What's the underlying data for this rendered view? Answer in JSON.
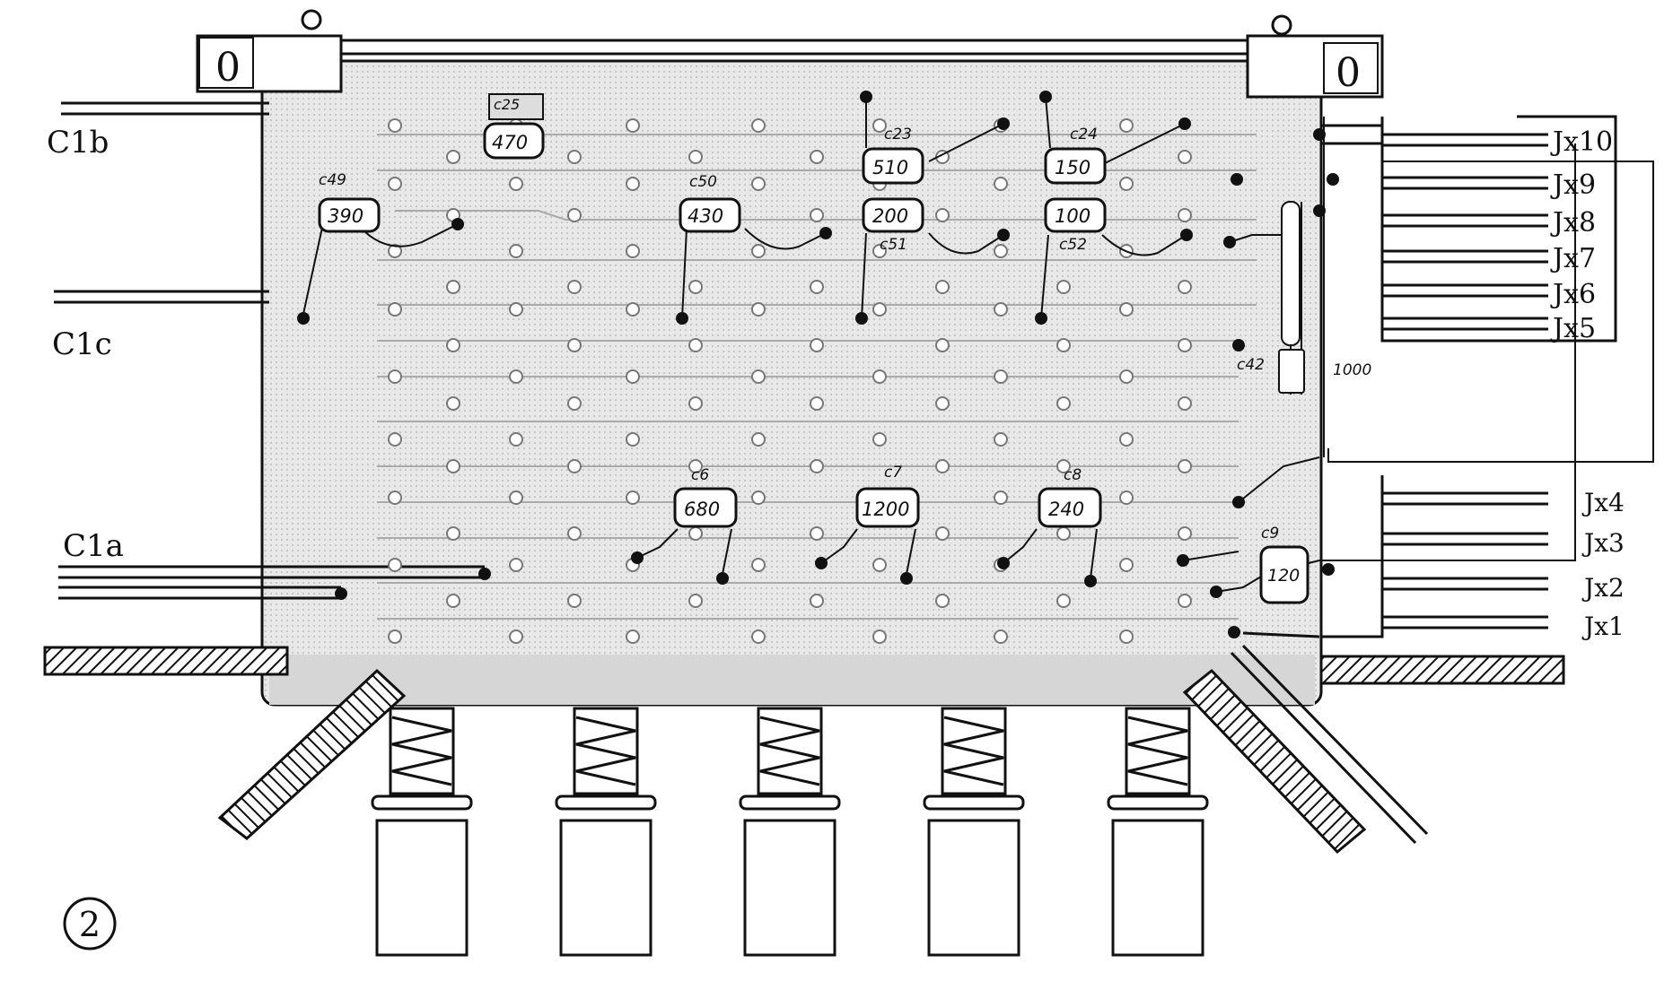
{
  "figure": {
    "number": "2"
  },
  "trimmer_caps": [
    {
      "ref": "C25",
      "label_ref": "c25",
      "value": "470"
    },
    {
      "ref": "C49",
      "label_ref": "c49",
      "value": "390"
    },
    {
      "ref": "C50",
      "label_ref": "c50",
      "value": "430"
    },
    {
      "ref": "C23",
      "label_ref": "c23",
      "value": "510"
    },
    {
      "ref": "C51",
      "label_ref": "c51",
      "value": "200"
    },
    {
      "ref": "C24",
      "label_ref": "c24",
      "value": "150"
    },
    {
      "ref": "C52",
      "label_ref": "c52",
      "value": "100"
    },
    {
      "ref": "C6",
      "label_ref": "c6",
      "value": "680"
    },
    {
      "ref": "C7",
      "label_ref": "c7",
      "value": "1200"
    },
    {
      "ref": "C8",
      "label_ref": "c8",
      "value": "240"
    },
    {
      "ref": "C9",
      "label_ref": "c9",
      "value": "120"
    }
  ],
  "capacitor_c42": {
    "label_ref": "c42",
    "value": "1000"
  },
  "gang_caps": [
    {
      "label": "C1b"
    },
    {
      "label": "C1c"
    },
    {
      "label": "C1a"
    }
  ],
  "jumpers": [
    {
      "label": "Jx10"
    },
    {
      "label": "Jx9"
    },
    {
      "label": "Jx8"
    },
    {
      "label": "Jx7"
    },
    {
      "label": "Jx6"
    },
    {
      "label": "Jx5"
    },
    {
      "label": "Jx4"
    },
    {
      "label": "Jx3"
    },
    {
      "label": "Jx2"
    },
    {
      "label": "Jx1"
    }
  ],
  "dials": [
    {
      "value": "0"
    },
    {
      "value": "0"
    }
  ],
  "pushbutton_count": 5,
  "colors": {
    "ink": "#111111",
    "board": "#e4e4e4",
    "paper": "#ffffff"
  }
}
